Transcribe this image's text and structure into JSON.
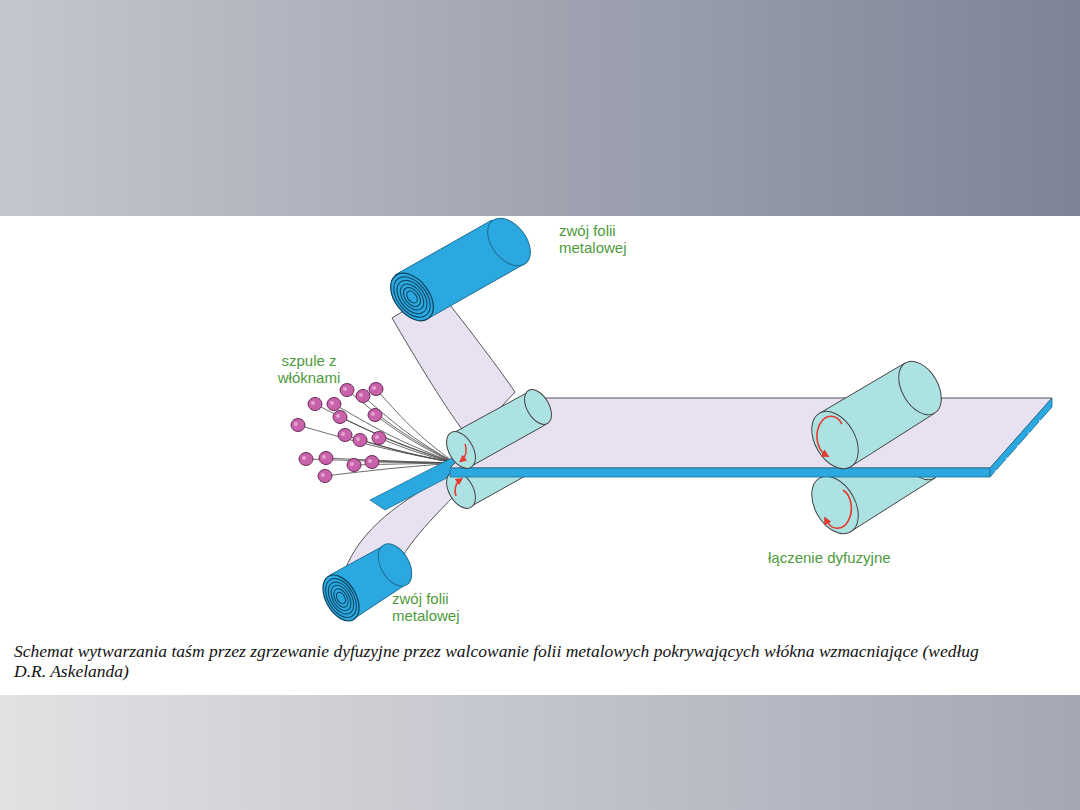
{
  "diagram": {
    "caption": "Schemat wytwarzania taśm przez zgrzewanie dyfuzyjne przez walcowanie folii metalowych pokrywających włókna wzmacniające (według D.R. Askelanda)",
    "labels": [
      "zwój folii metalowej",
      "szpule z włóknami",
      "łączenie dyfuzyjne",
      "zwój folii metalowej"
    ]
  }
}
